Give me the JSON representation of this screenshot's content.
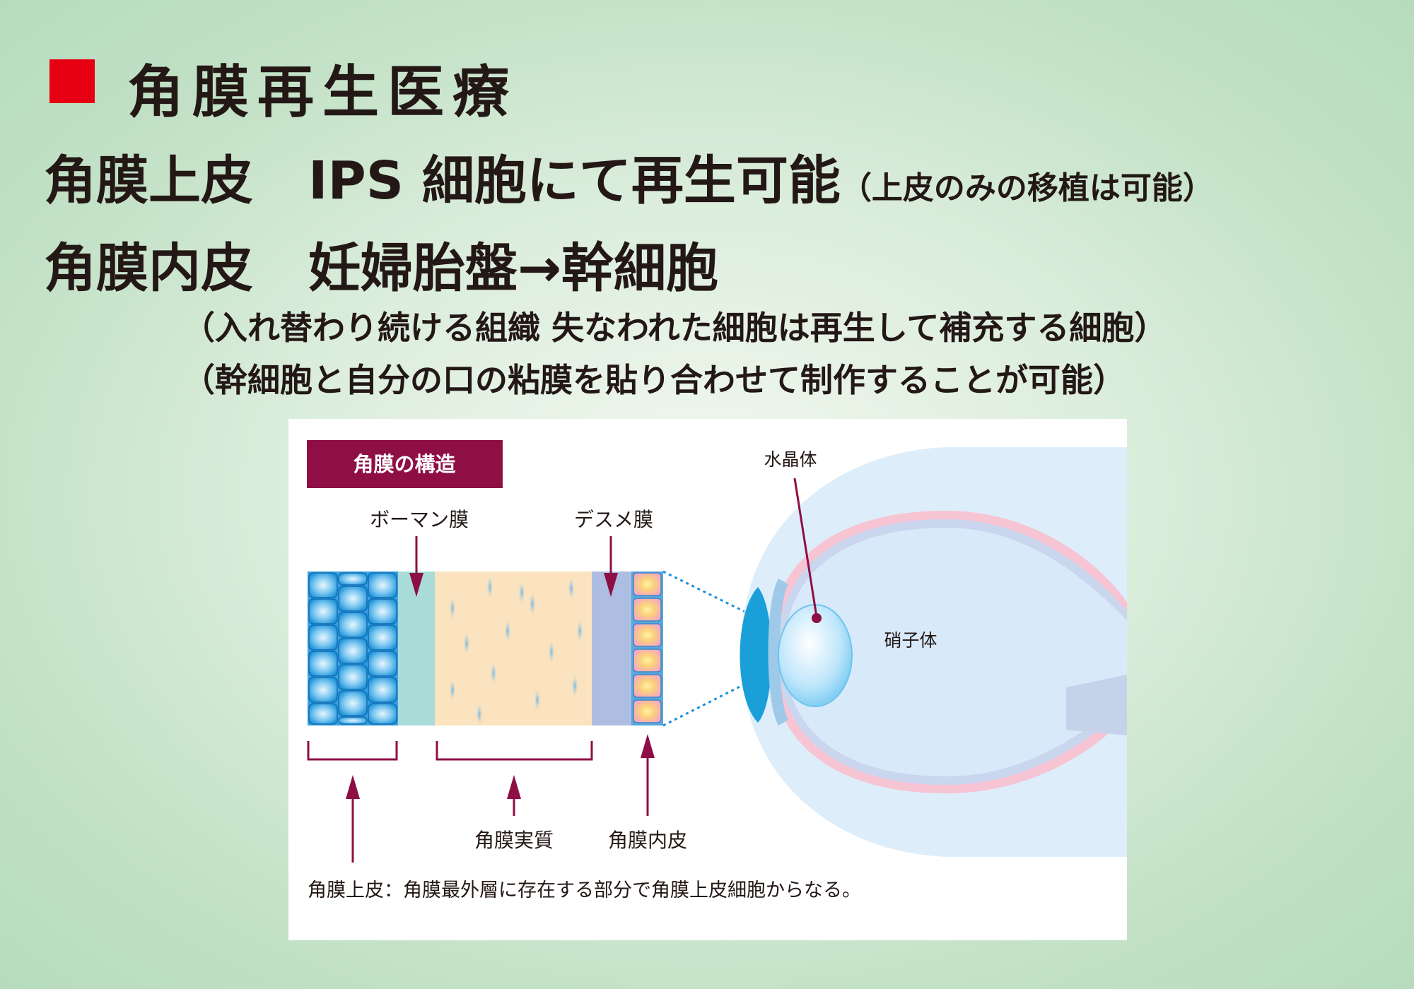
{
  "header": {
    "title": "角膜再生医療"
  },
  "lines": {
    "line1_main": "角膜上皮",
    "line1_rest": "IPS 細胞にて再生可能",
    "line1_note": "（上皮のみの移植は可能）",
    "line2_main": "角膜内皮",
    "line2_rest": "妊婦胎盤→幹細胞",
    "note1": "（入れ替わり続ける組織 失なわれた細胞は再生して補充する細胞）",
    "note2": "（幹細胞と自分の口の粘膜を貼り合わせて制作することが可能）"
  },
  "diagram": {
    "badge": "角膜の構造",
    "label_bowman": "ボーマン膜",
    "label_descemet": "デスメ膜",
    "label_stroma": "角膜実質",
    "label_endothelium": "角膜内皮",
    "label_lens": "水晶体",
    "label_vitreous": "硝子体",
    "caption": "角膜上皮：角膜最外層に存在する部分で角膜上皮細胞からなる。"
  },
  "colors": {
    "accent_red": "#e60012",
    "badge": "#8e0f45",
    "arrow": "#8e0f45",
    "epithelium": "#1a8fd8",
    "bowman": "#a9dcd9",
    "stroma": "#fbe3bf",
    "descemet": "#aebee2",
    "endothelium": "#f7b9c4",
    "eye_outer": "#ddeefa",
    "retina": "#f7c4d4",
    "cornea": "#1a9fd9"
  }
}
